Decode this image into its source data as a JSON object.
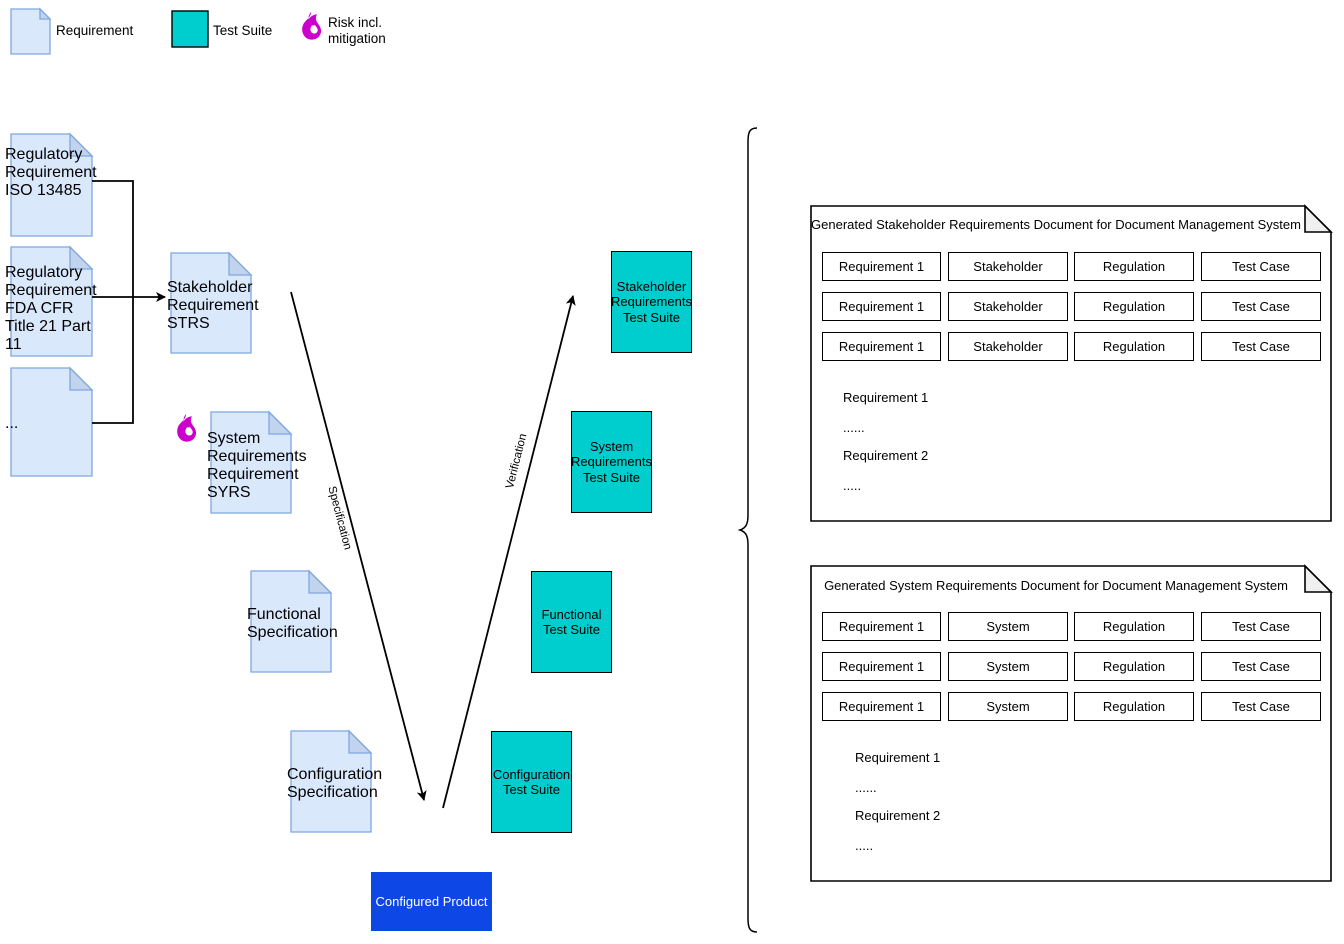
{
  "legend": {
    "items": [
      {
        "icon": "document-icon",
        "label": "Requirement"
      },
      {
        "icon": "teal-square-icon",
        "label": "Test Suite"
      },
      {
        "icon": "flame-icon",
        "label": "Risk incl.\nmitigation"
      }
    ]
  },
  "colors": {
    "requirement_fill": "#DAE8FC",
    "requirement_stroke": "#7EA6E0",
    "requirement_fold": "#C2D4ED",
    "test_suite_fill": "#00CDCD",
    "test_suite_stroke": "#000000",
    "product_fill": "#0D47E6",
    "product_text": "#FFFFFF",
    "risk_icon": "#CC00CC",
    "edge": "#000000",
    "panel_stroke": "#000000",
    "panel_fold": "#F0F0F0"
  },
  "left_inputs": [
    {
      "name": "regulatory-requirement-iso",
      "label": "Regulatory\nRequirement\nISO 13485"
    },
    {
      "name": "regulatory-requirement-fda",
      "label": "Regulatory\nRequirement\nFDA CFR Title\n21 Part 11"
    },
    {
      "name": "regulatory-requirement-more",
      "label": "..."
    }
  ],
  "spec_side": [
    {
      "name": "stakeholder-requirement-strs",
      "label": "Stakeholder\nRequirement\nSTRS"
    },
    {
      "name": "system-requirements-syrs",
      "label": "System\nRequirements\nRequirement\nSYRS"
    },
    {
      "name": "functional-specification",
      "label": "Functional\nSpecification"
    },
    {
      "name": "configuration-specification",
      "label": "Configuration\nSpecification"
    }
  ],
  "test_side": [
    {
      "name": "stakeholder-requirements-test-suite",
      "label": "Stakeholder\nRequirements\nTest Suite"
    },
    {
      "name": "system-requirements-test-suite",
      "label": "System\nRequirements\nTest Suite"
    },
    {
      "name": "functional-test-suite",
      "label": "Functional\nTest Suite"
    },
    {
      "name": "configuration-test-suite",
      "label": "Configuration\nTest Suite"
    }
  ],
  "product": {
    "label": "Configured Product"
  },
  "edges": {
    "specification_label": "Specification",
    "verification_label": "Verification"
  },
  "panels": [
    {
      "name": "generated-stakeholder-requirements-document",
      "title": "Generated Stakeholder Requirements Document for Document Management System",
      "columns": [
        "Requirement",
        "Stakeholder",
        "Regulation",
        "Test Case"
      ],
      "rows": [
        [
          "Requirement 1",
          "Stakeholder",
          "Regulation",
          "Test Case"
        ],
        [
          "Requirement 1",
          "Stakeholder",
          "Regulation",
          "Test Case"
        ],
        [
          "Requirement 1",
          "Stakeholder",
          "Regulation",
          "Test Case"
        ]
      ],
      "body_lines": [
        "Requirement 1",
        "......",
        "Requirement 2",
        "....."
      ]
    },
    {
      "name": "generated-system-requirements-document",
      "title": "Generated System Requirements Document for Document Management System",
      "columns": [
        "Requirement",
        "System",
        "Regulation",
        "Test Case"
      ],
      "rows": [
        [
          "Requirement 1",
          "System",
          "Regulation",
          "Test Case"
        ],
        [
          "Requirement 1",
          "System",
          "Regulation",
          "Test Case"
        ],
        [
          "Requirement 1",
          "System",
          "Regulation",
          "Test Case"
        ]
      ],
      "body_lines": [
        "Requirement 1",
        "......",
        "Requirement 2",
        "....."
      ]
    }
  ]
}
